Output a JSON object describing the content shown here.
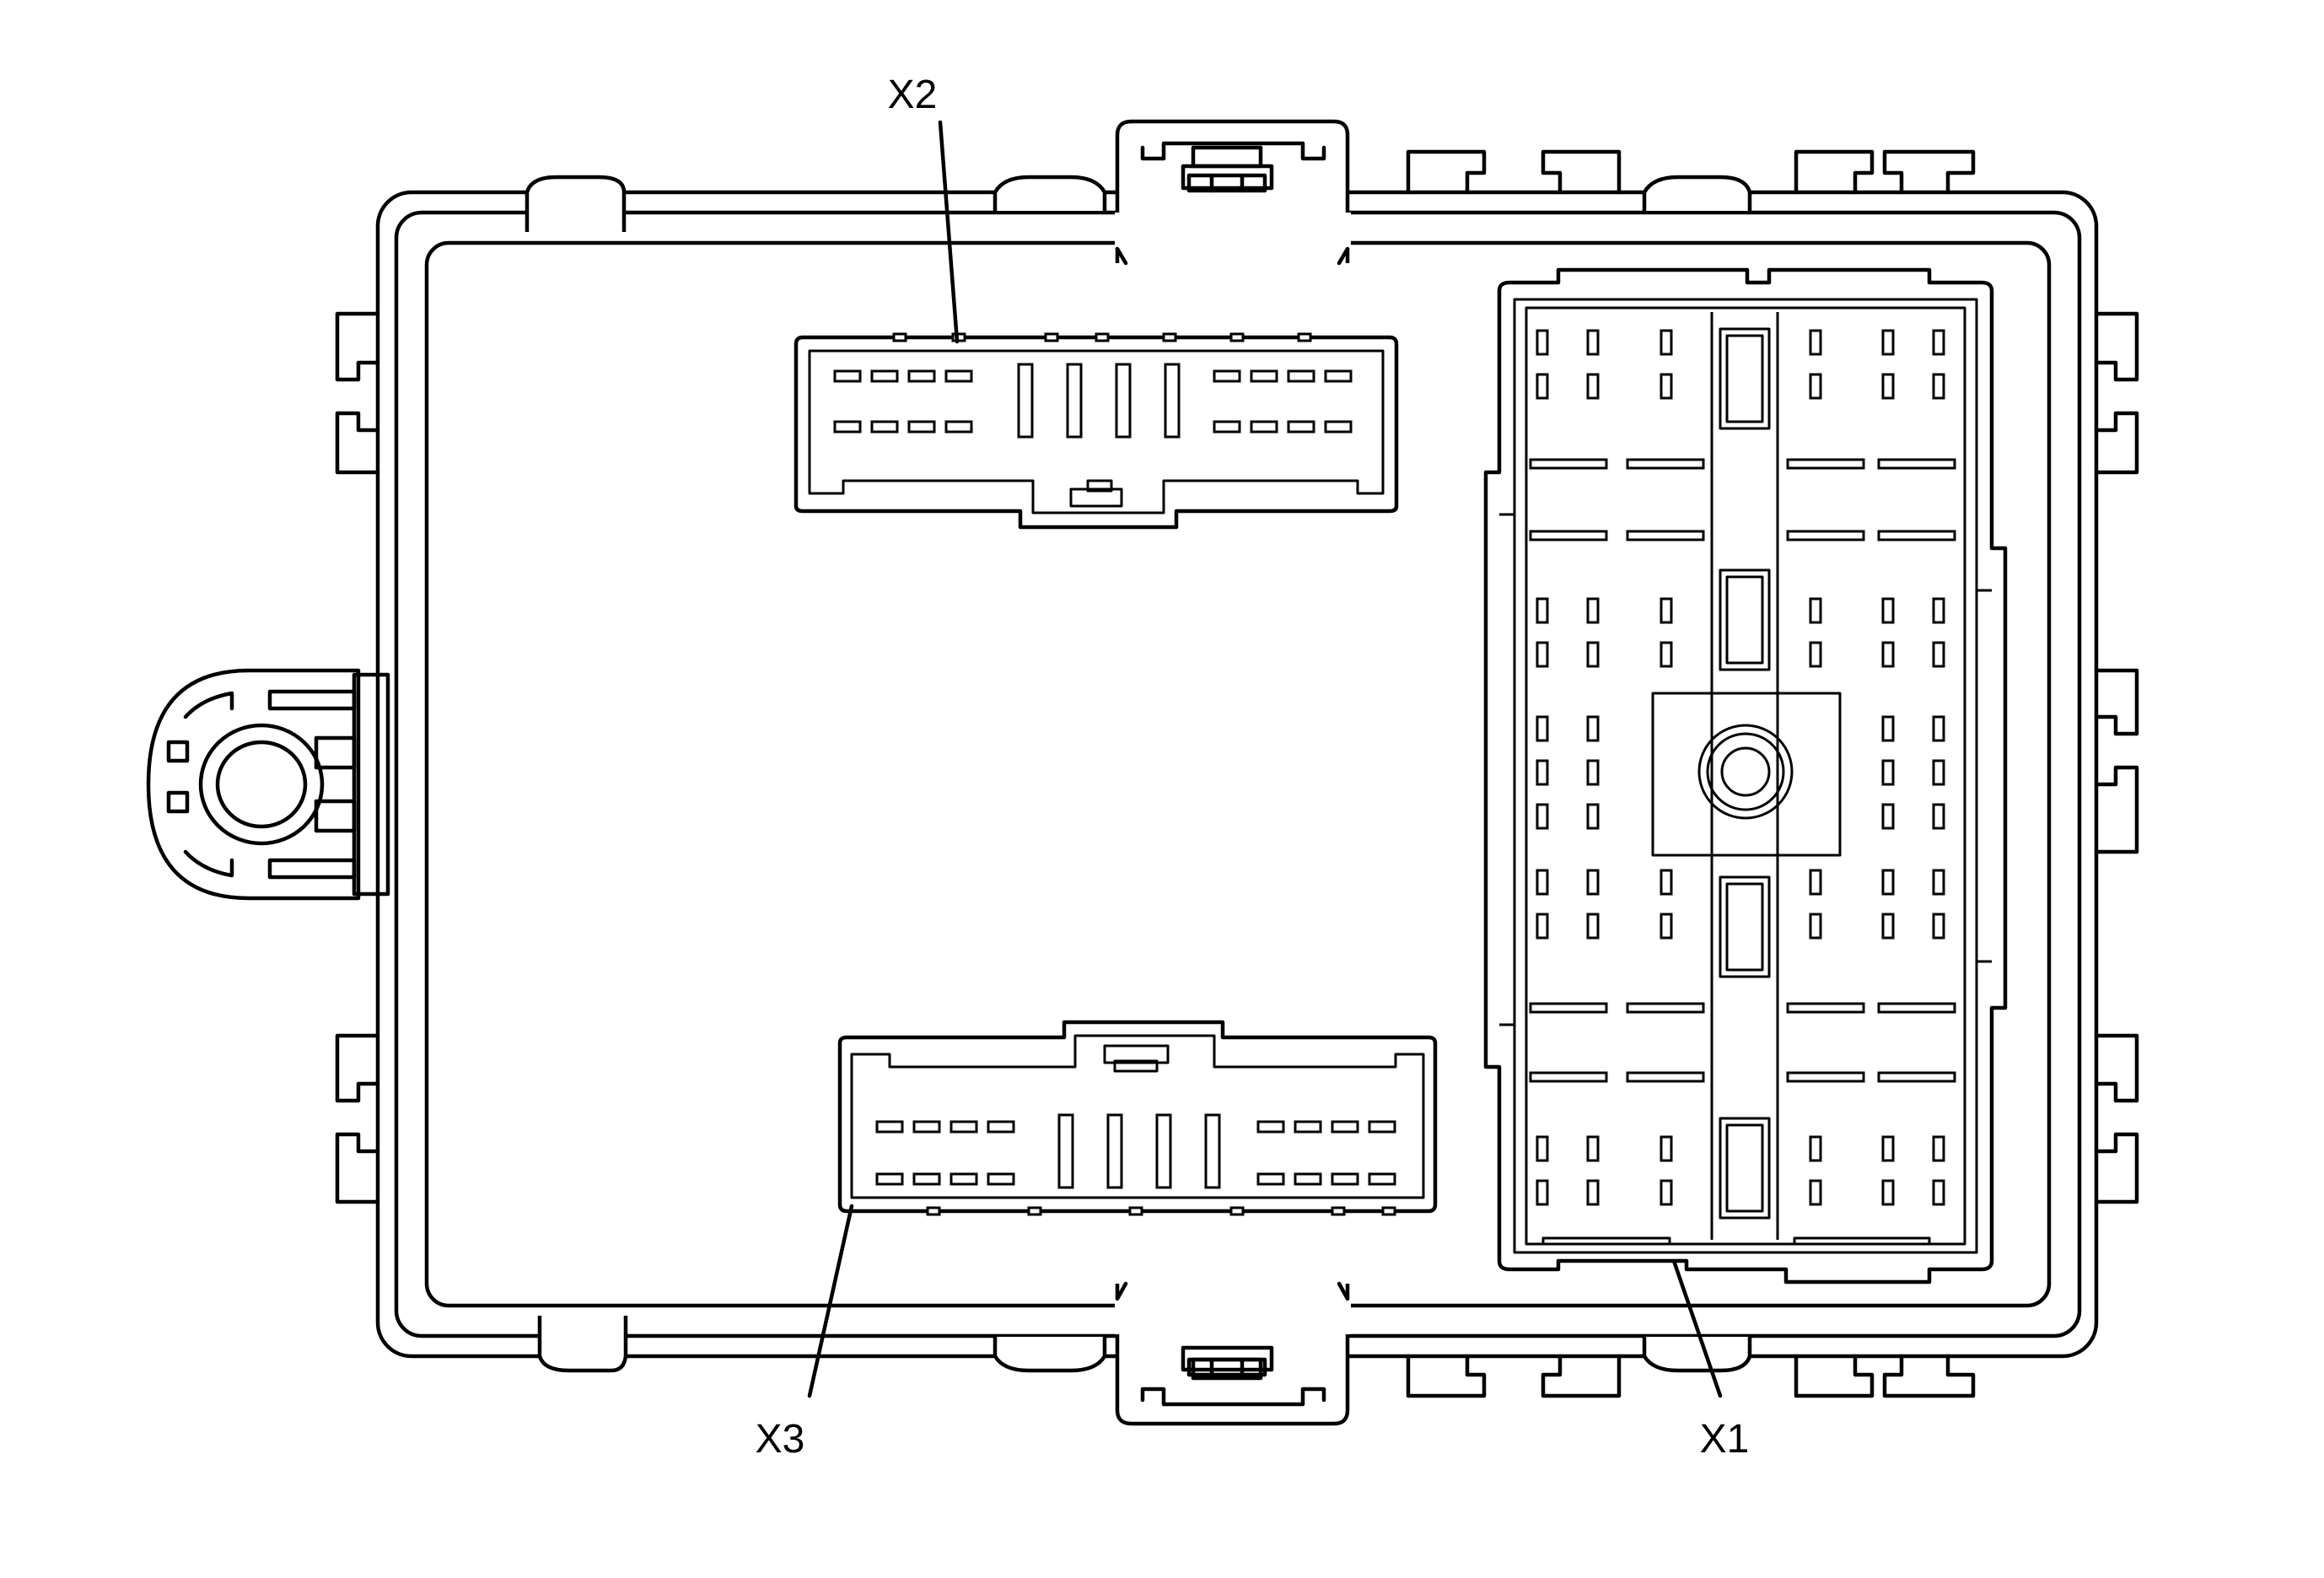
{
  "diagram": {
    "labels": {
      "x1": "X1",
      "x2": "X2",
      "x3": "X3"
    },
    "connectors": [
      {
        "id": "X1",
        "label": "X1"
      },
      {
        "id": "X2",
        "label": "X2"
      },
      {
        "id": "X3",
        "label": "X3"
      }
    ]
  }
}
